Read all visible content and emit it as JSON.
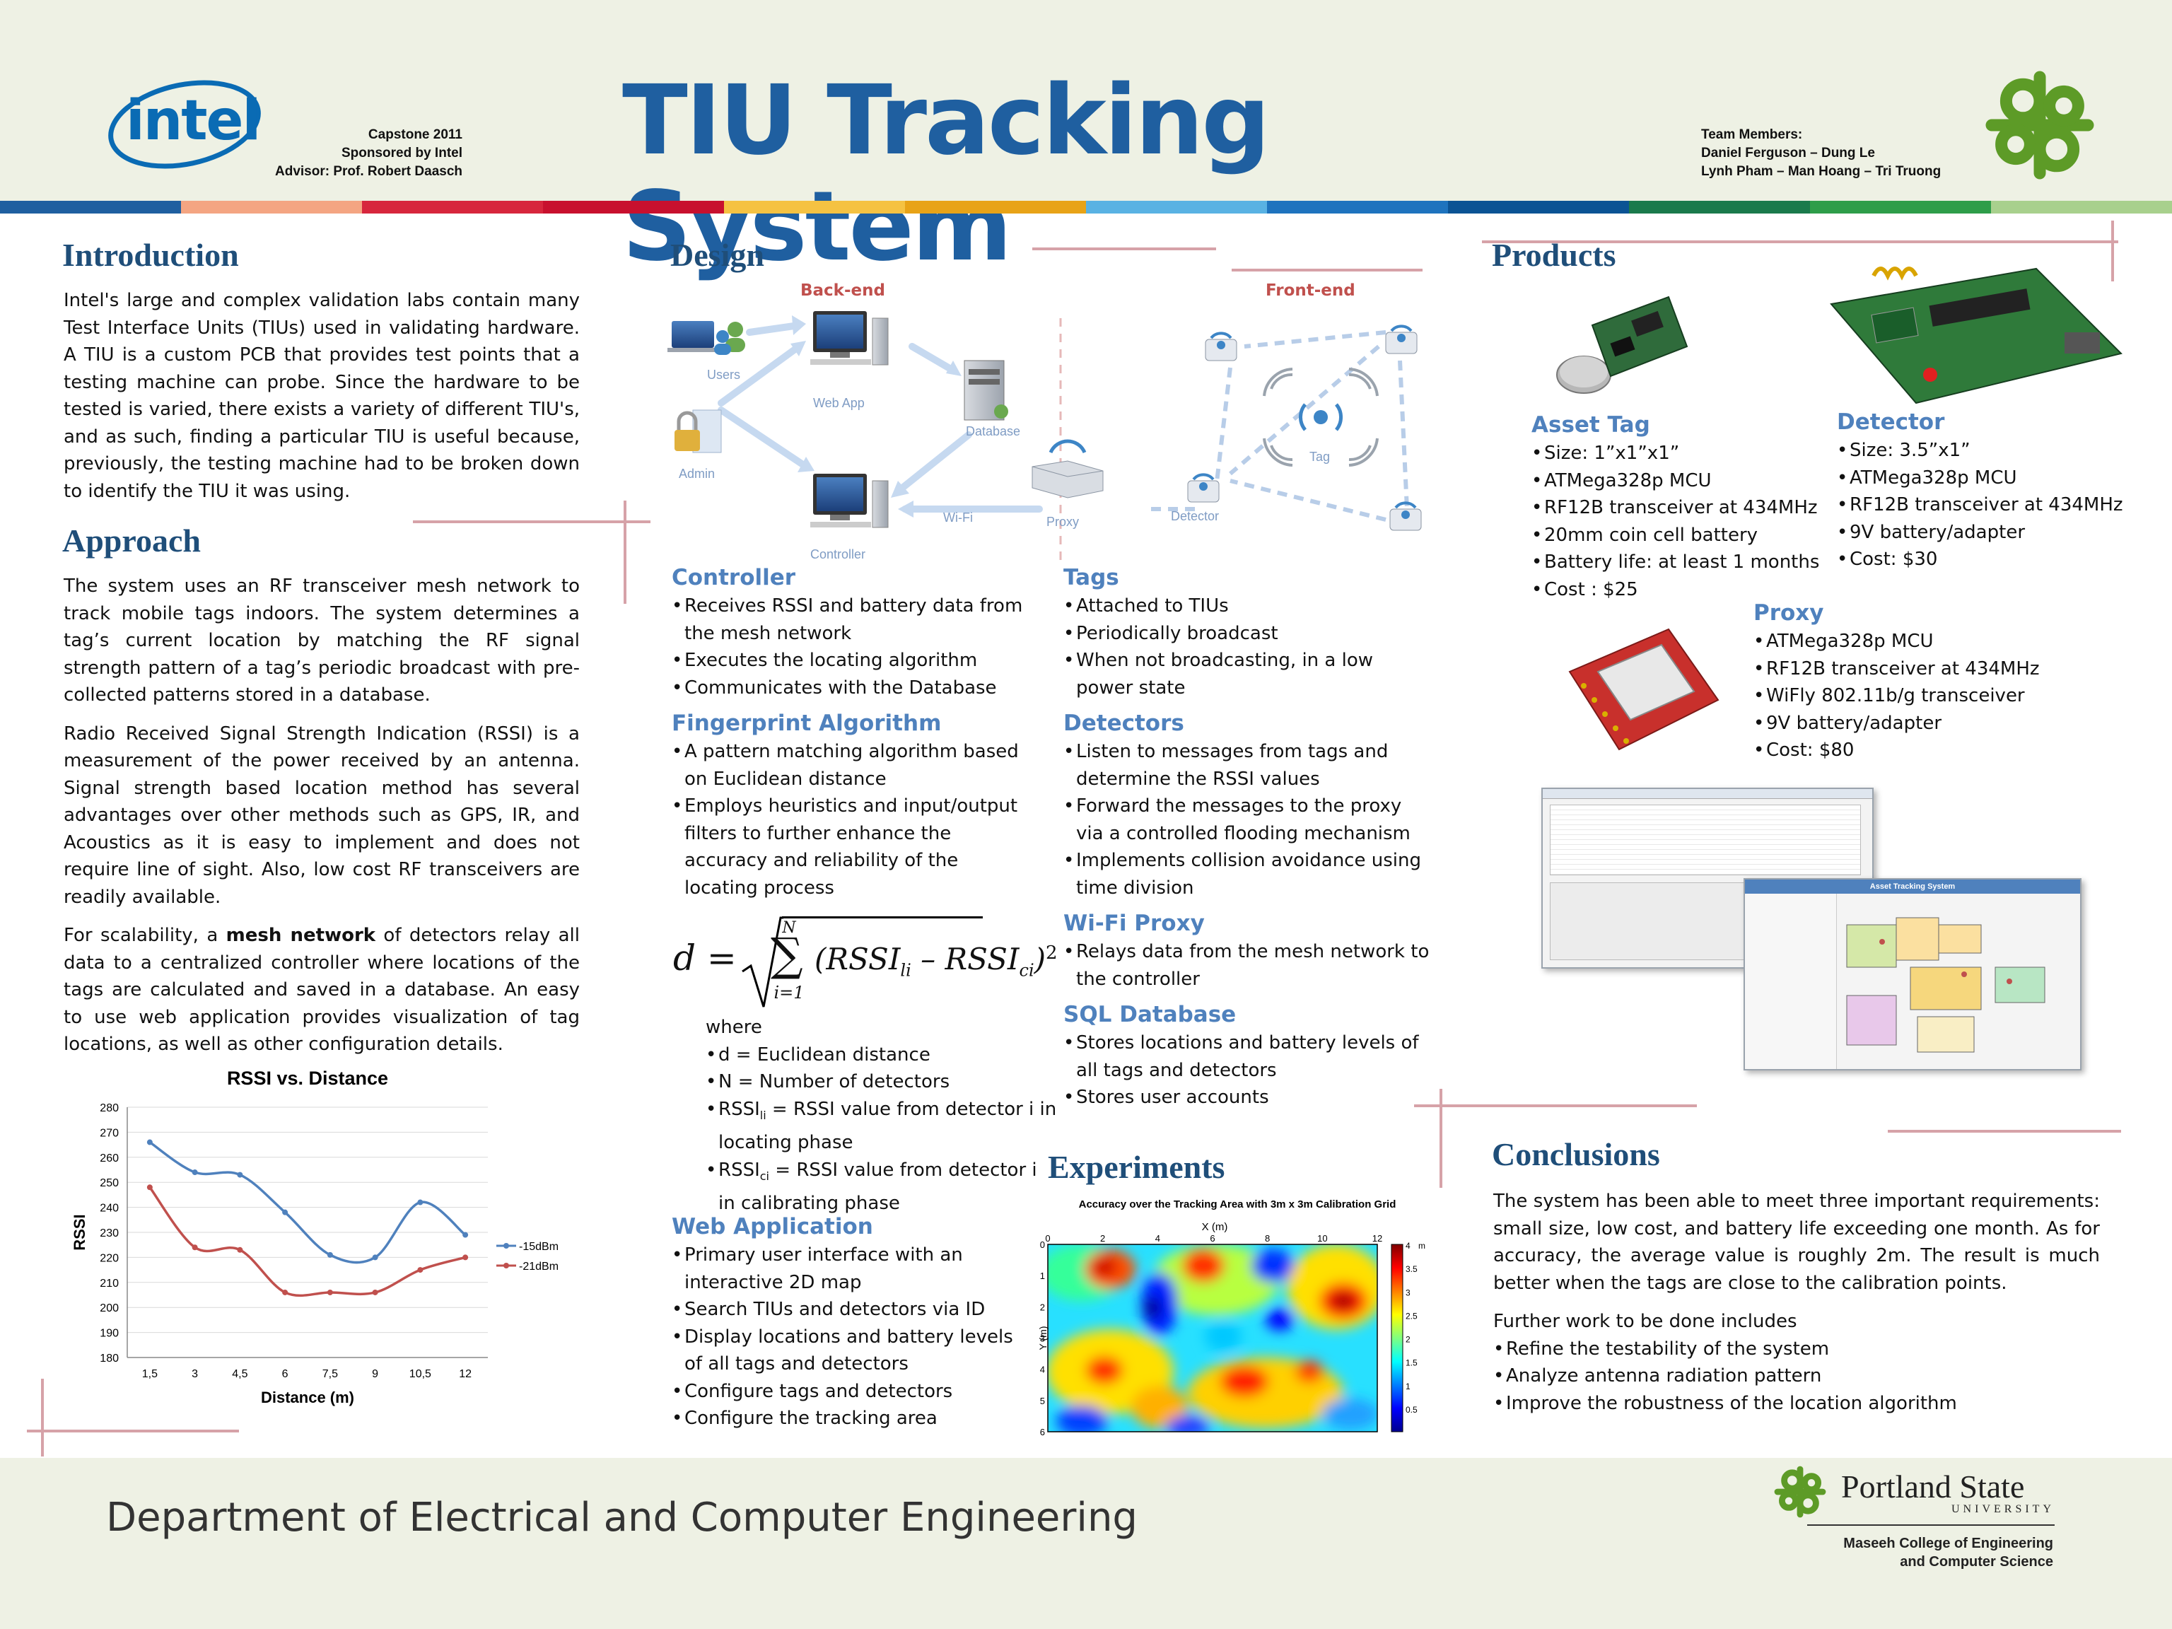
{
  "header": {
    "title": "TIU Tracking System",
    "logo_text": "intel",
    "capstone": "Capstone 2011",
    "sponsor": "Sponsored by Intel",
    "advisor": "Advisor: Prof. Robert Daasch",
    "team_label": "Team Members:",
    "team_line1": "Daniel Ferguson – Dung Le",
    "team_line2": "Lynh Pham – Man Hoang – Tri Truong",
    "stripe_colors": [
      "#1f5fa0",
      "#f4a582",
      "#d7263d",
      "#c8102e",
      "#f5c242",
      "#e8a317",
      "#59b2e3",
      "#1e73be",
      "#0b5394",
      "#1a7a4c",
      "#2e9d49",
      "#a8d08d"
    ]
  },
  "introduction": {
    "heading": "Introduction",
    "text": "Intel's large and complex validation labs contain many Test Interface Units (TIUs) used in validating hardware. A TIU is a custom PCB that provides test points that a testing machine can probe.  Since the hardware to be tested is varied, there exists a variety of different TIU's, and as such, finding a particular TIU is useful because, previously, the testing machine had to be broken down to identify the TIU it was using."
  },
  "approach": {
    "heading": "Approach",
    "p1": "The system uses an RF transceiver mesh network to track mobile tags indoors. The system determines a tag’s current location by matching the RF signal strength pattern of a tag’s periodic broadcast with pre-collected patterns stored in a database.",
    "p2": "Radio Received Signal Strength Indication (RSSI) is a measurement of the power received by an antenna. Signal strength based location method has several advantages over other methods such as GPS, IR, and Acoustics as it is easy to implement and does not require line of sight. Also, low cost RF transceivers are readily available.",
    "p3_pre": "For scalability, a ",
    "p3_bold": "mesh network",
    "p3_post": " of detectors relay all data to a centralized controller where locations of the tags are calculated and saved in a database. An easy to use web application provides visualization of tag locations, as well as other configuration details."
  },
  "chart_data": {
    "type": "line",
    "title": "RSSI vs. Distance",
    "xlabel": "Distance (m)",
    "ylabel": "RSSI",
    "categories": [
      "1,5",
      "3",
      "4,5",
      "6",
      "7,5",
      "9",
      "10,5",
      "12"
    ],
    "ylim": [
      180,
      280
    ],
    "yticks": [
      "180",
      "190",
      "200",
      "210",
      "220",
      "230",
      "240",
      "250",
      "260",
      "270",
      "280"
    ],
    "legend": "right",
    "series": [
      {
        "name": "-15dBm",
        "values": [
          266,
          254,
          253,
          238,
          221,
          220,
          242,
          229
        ],
        "color": "#4f81bd"
      },
      {
        "name": "-21dBm",
        "values": [
          248,
          224,
          223,
          206,
          206,
          206,
          215,
          220
        ],
        "color": "#c0504d"
      }
    ]
  },
  "design": {
    "heading": "Design",
    "backend": "Back-end",
    "frontend": "Front-end",
    "labels": {
      "users": "Users",
      "admin": "Admin",
      "webapp": "Web App",
      "database": "Database",
      "controller": "Controller",
      "wifi": "Wi-Fi",
      "proxy": "Proxy",
      "detector": "Detector",
      "tag": "Tag"
    },
    "controller": {
      "title": "Controller",
      "items": [
        "Receives RSSI and battery data from the mesh network",
        "Executes the locating algorithm",
        "Communicates with the Database"
      ]
    },
    "fingerprint": {
      "title": "Fingerprint Algorithm",
      "items": [
        "A pattern matching algorithm based on Euclidean distance",
        "Employs heuristics and input/output filters to further enhance the accuracy and reliability of the locating process"
      ]
    },
    "formula": {
      "lhs": "d =",
      "sum_top": "N",
      "sum_bottom": "i=1",
      "term1": "RSSI",
      "sub1": "li",
      "minus": "–",
      "term2": "RSSI",
      "sub2": "ci",
      "power": "2"
    },
    "where": "where",
    "where_items": [
      {
        "pre": "d = Euclidean distance",
        "sub": "",
        "post": ""
      },
      {
        "pre": "N = Number of detectors",
        "sub": "",
        "post": ""
      },
      {
        "pre": "RSSI",
        "sub": "li",
        "post": " = RSSI value from detector i in locating phase"
      },
      {
        "pre": "RSSI",
        "sub": "ci",
        "post": " = RSSI value from detector i in calibrating phase"
      }
    ],
    "webapp": {
      "title": "Web Application",
      "items": [
        "Primary user interface with an interactive 2D map",
        "Search TIUs and detectors via ID",
        "Display locations and battery levels of all tags and detectors",
        "Configure tags and detectors",
        "Configure the tracking area"
      ]
    },
    "tags": {
      "title": "Tags",
      "items": [
        "Attached to TIUs",
        "Periodically broadcast",
        "When not broadcasting, in a low power state"
      ]
    },
    "detectors": {
      "title": "Detectors",
      "items": [
        "Listen to messages from tags and determine the RSSI values",
        "Forward the messages to the proxy via a controlled flooding mechanism",
        "Implements collision avoidance using time division"
      ]
    },
    "wifiproxy": {
      "title": "Wi-Fi Proxy",
      "items": [
        "Relays data from the mesh network to the controller"
      ]
    },
    "sqldb": {
      "title": "SQL Database",
      "items": [
        "Stores locations and battery levels of all tags and detectors",
        "Stores user accounts"
      ]
    }
  },
  "experiments": {
    "heading": "Experiments",
    "title": "Accuracy over the Tracking Area with 3m x 3m Calibration Grid",
    "xlabel": "X (m)",
    "ylabel": "Y (m)",
    "xticks": [
      "0",
      "2",
      "4",
      "6",
      "8",
      "10",
      "12"
    ],
    "yticks": [
      "0",
      "1",
      "2",
      "3",
      "4",
      "5",
      "6"
    ],
    "cbar": [
      "4",
      "3.5",
      "3",
      "2.5",
      "2",
      "1.5",
      "1",
      "0.5"
    ],
    "cbar_unit": "m"
  },
  "products": {
    "heading": "Products",
    "asset": {
      "title": "Asset Tag",
      "items": [
        "Size: 1”x1”x1”",
        "ATMega328p MCU",
        "RF12B transceiver at 434MHz",
        "20mm coin cell battery",
        "Battery life: at least 1 months",
        "Cost : $25"
      ]
    },
    "detector": {
      "title": "Detector",
      "items": [
        "Size: 3.5”x1”",
        "ATMega328p MCU",
        "RF12B transceiver at 434MHz",
        "9V battery/adapter",
        "Cost: $30"
      ]
    },
    "proxy": {
      "title": "Proxy",
      "items": [
        "ATMega328p MCU",
        "RF12B transceiver at 434MHz",
        "WiFly 802.11b/g transceiver",
        "9V battery/adapter",
        "Cost: $80"
      ]
    },
    "screenshot_title": "Asset Tracking System"
  },
  "conclusions": {
    "heading": "Conclusions",
    "p1": "The system has been able to meet three important requirements: small size, low cost, and battery life exceeding one month. As for accuracy, the average value is roughly 2m. The result is much better when the tags are close to the calibration points.",
    "p2": "Further work to be done includes",
    "items": [
      "Refine the testability of the system",
      "Analyze antenna radiation pattern",
      "Improve the robustness of the location algorithm"
    ]
  },
  "footer": {
    "department": "Department of Electrical and Computer Engineering",
    "psu_name": "Portland State",
    "psu_sub": "UNIVERSITY",
    "college1": "Maseeh College of Engineering",
    "college2": "and Computer Science"
  }
}
